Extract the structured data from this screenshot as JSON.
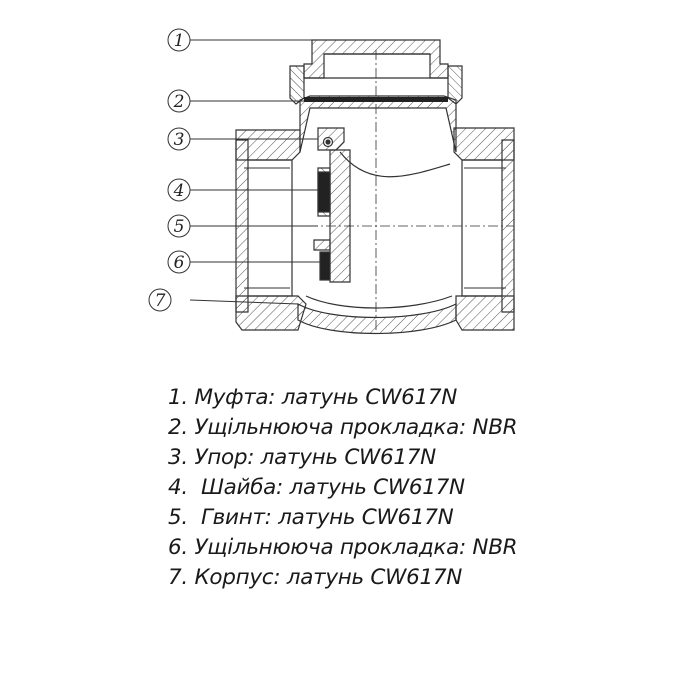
{
  "callouts": [
    "1",
    "2",
    "3",
    "4",
    "5",
    "6",
    "7"
  ],
  "legend": [
    "1. Муфта: латунь CW617N",
    "2. Ущільнююча прокладка: NBR",
    "3. Упор: латунь CW617N",
    "4.  Шайба: латунь CW617N",
    "5.  Гвинт: латунь CW617N",
    "6. Ущільнююча прокладка: NBR",
    "7. Корпус: латунь CW617N"
  ],
  "colors": {
    "line": "#333333",
    "hatch": "#555555",
    "text": "#1a1a1a"
  }
}
